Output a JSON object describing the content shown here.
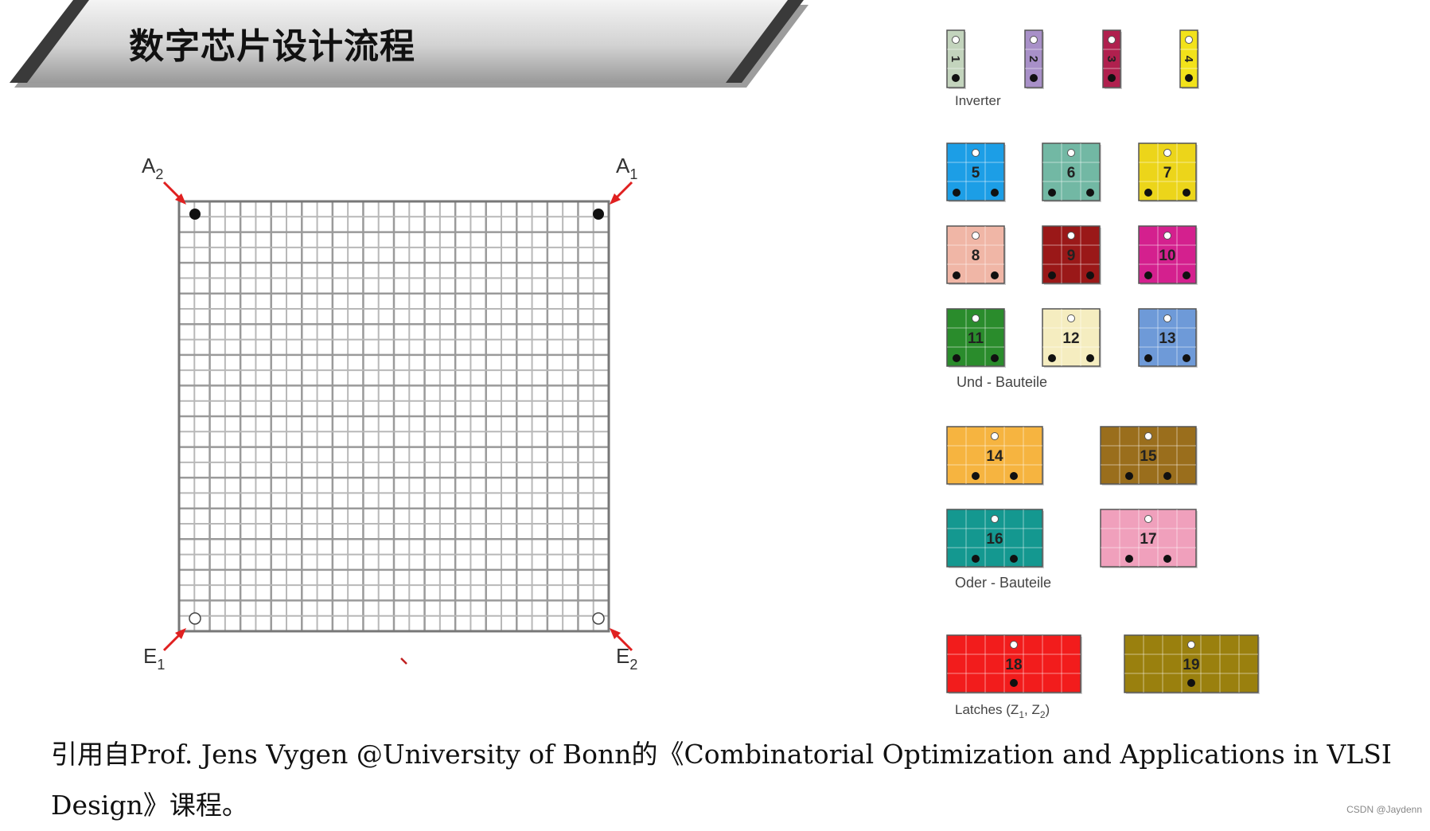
{
  "banner": {
    "title": "数字芯片设计流程"
  },
  "grid": {
    "columns": 14,
    "rows": 14,
    "corner_labels": [
      {
        "base": "A",
        "sub": "2",
        "name": "corner-label-a2"
      },
      {
        "base": "A",
        "sub": "1",
        "name": "corner-label-a1"
      },
      {
        "base": "E",
        "sub": "1",
        "name": "corner-label-e1"
      },
      {
        "base": "E",
        "sub": "2",
        "name": "corner-label-e2"
      }
    ]
  },
  "cell_library": {
    "groups": [
      {
        "label": "Inverter",
        "label_sub": null
      },
      {
        "label": "Und - Bauteile",
        "label_sub": null
      },
      {
        "label": "Oder - Bauteile",
        "label_sub": null
      },
      {
        "label": "Latches (Z",
        "label_sub": "1",
        "label_mid": ", Z",
        "label_sub2": "2",
        "label_end": ")"
      }
    ],
    "cells": [
      {
        "n": "1",
        "color": "#c3d4bd"
      },
      {
        "n": "2",
        "color": "#a890c8"
      },
      {
        "n": "3",
        "color": "#b0204e"
      },
      {
        "n": "4",
        "color": "#f2e21a"
      },
      {
        "n": "5",
        "color": "#1c9ee6"
      },
      {
        "n": "6",
        "color": "#72b8a4"
      },
      {
        "n": "7",
        "color": "#ecd51a"
      },
      {
        "n": "8",
        "color": "#f0b6a6"
      },
      {
        "n": "9",
        "color": "#9a1818"
      },
      {
        "n": "10",
        "color": "#d4208e"
      },
      {
        "n": "11",
        "color": "#2a8c2c"
      },
      {
        "n": "12",
        "color": "#f5edc0"
      },
      {
        "n": "13",
        "color": "#6e9ad8"
      },
      {
        "n": "14",
        "color": "#f6b440"
      },
      {
        "n": "15",
        "color": "#9a6e1c"
      },
      {
        "n": "16",
        "color": "#149890"
      },
      {
        "n": "17",
        "color": "#f0a0bc"
      },
      {
        "n": "18",
        "color": "#f21c1c"
      },
      {
        "n": "19",
        "color": "#9a800e"
      }
    ]
  },
  "citation": {
    "line1": "引用自Prof. Jens Vygen @University of Bonn的《Combinatorial Optimization and Applications in VLSI",
    "line2": "Design》课程。"
  },
  "watermark": "CSDN @Jaydenn"
}
